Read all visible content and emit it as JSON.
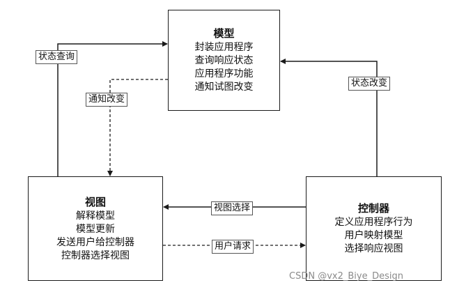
{
  "model": {
    "title": "模型",
    "lines": [
      "封装应用程序",
      "查询响应状态",
      "应用程序功能",
      "通知试图改变"
    ]
  },
  "view": {
    "title": "视图",
    "lines": [
      "解释模型",
      "模型更新",
      "发送用户给控制器",
      "控制器选择视图"
    ]
  },
  "controller": {
    "title": "控制器",
    "lines": [
      "定义应用程序行为",
      "用户映射模型",
      "选择响应视图"
    ]
  },
  "edges": {
    "status_query": "状态查询",
    "notify_change": "通知改变",
    "status_change": "状态改变",
    "view_select": "视图选择",
    "user_request": "用户请求"
  },
  "watermark": "CSDN @vx2_Biye_Design",
  "colors": {
    "line": "#1a1a1a",
    "watermark": "#8a8a8a"
  }
}
